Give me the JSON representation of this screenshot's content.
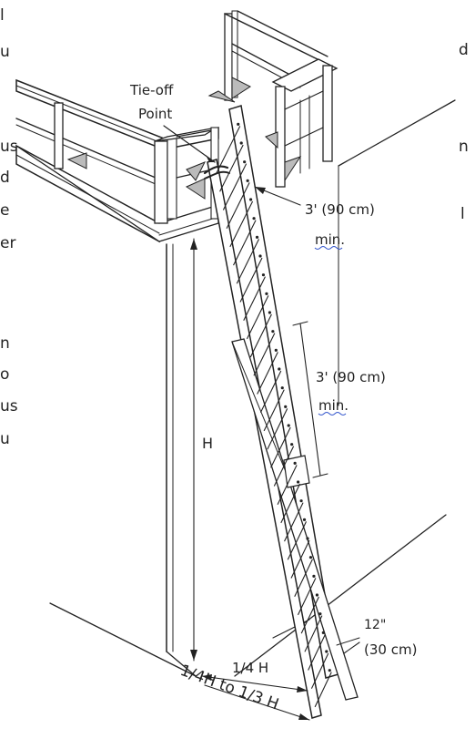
{
  "labels": {
    "tie_off": [
      "Tie-off",
      "Point"
    ],
    "top_ext": "3' (90 cm)",
    "top_ext_min": "min.",
    "overlap": "3' (90 cm)",
    "overlap_min": "min.",
    "height": "H",
    "base_quarter": "1/4 H",
    "base_range": "1/4H to 1/3 H",
    "rung_spacing": "12\"",
    "rung_spacing_metric": "(30 cm)"
  },
  "cropped_text": {
    "left": [
      "l",
      "u",
      "us",
      "d",
      "e",
      "er",
      "n",
      "o",
      "us",
      "u"
    ],
    "right": [
      "d",
      "n",
      "l"
    ]
  }
}
